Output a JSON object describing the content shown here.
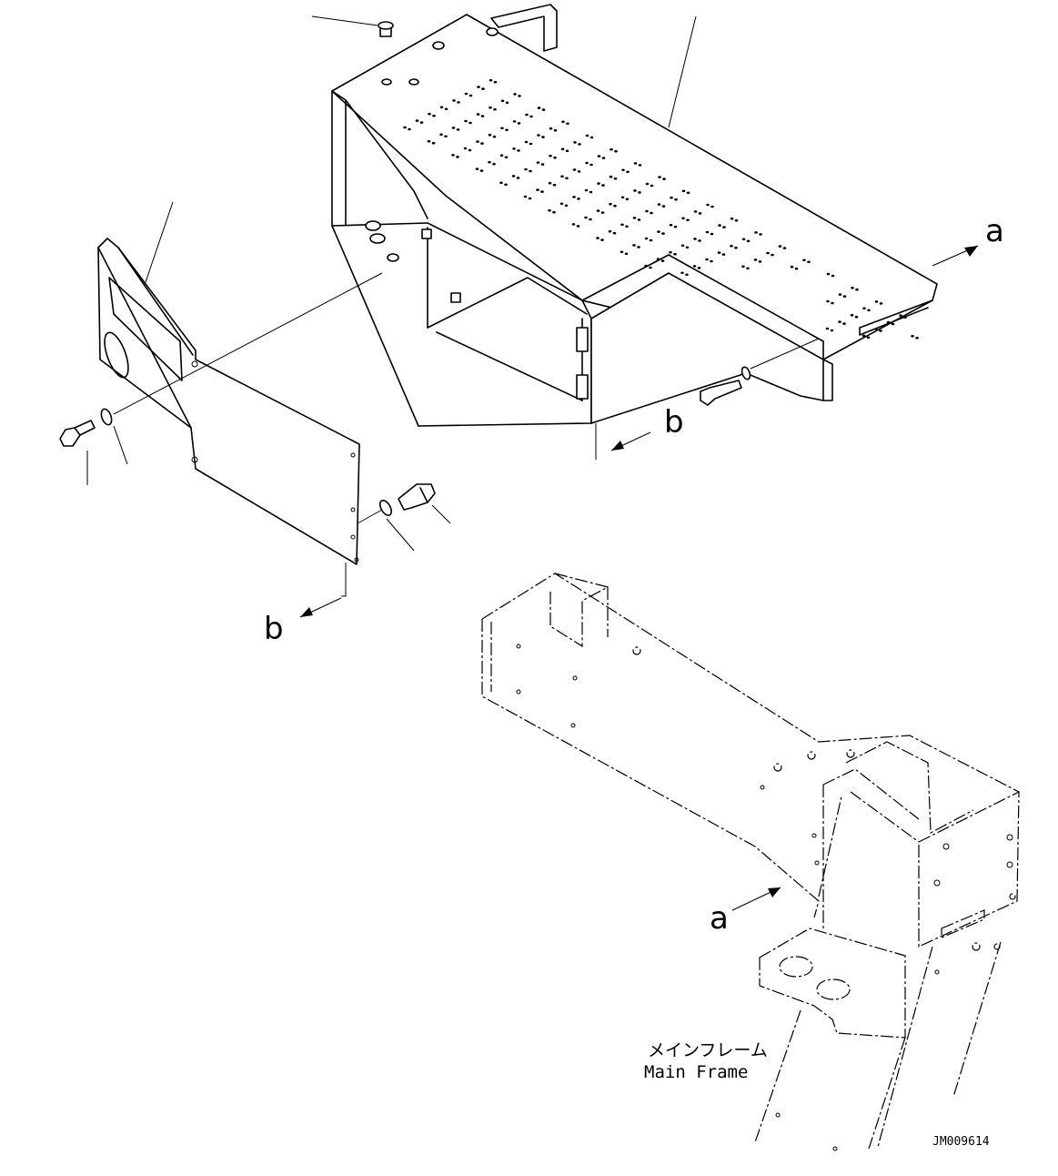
{
  "view_labels": {
    "a_top": "a",
    "a_bottom": "a",
    "b_right": "b",
    "b_left": "b"
  },
  "main_frame": {
    "japanese": "メインフレーム",
    "english": "Main Frame"
  },
  "drawing_number": "JM009614"
}
